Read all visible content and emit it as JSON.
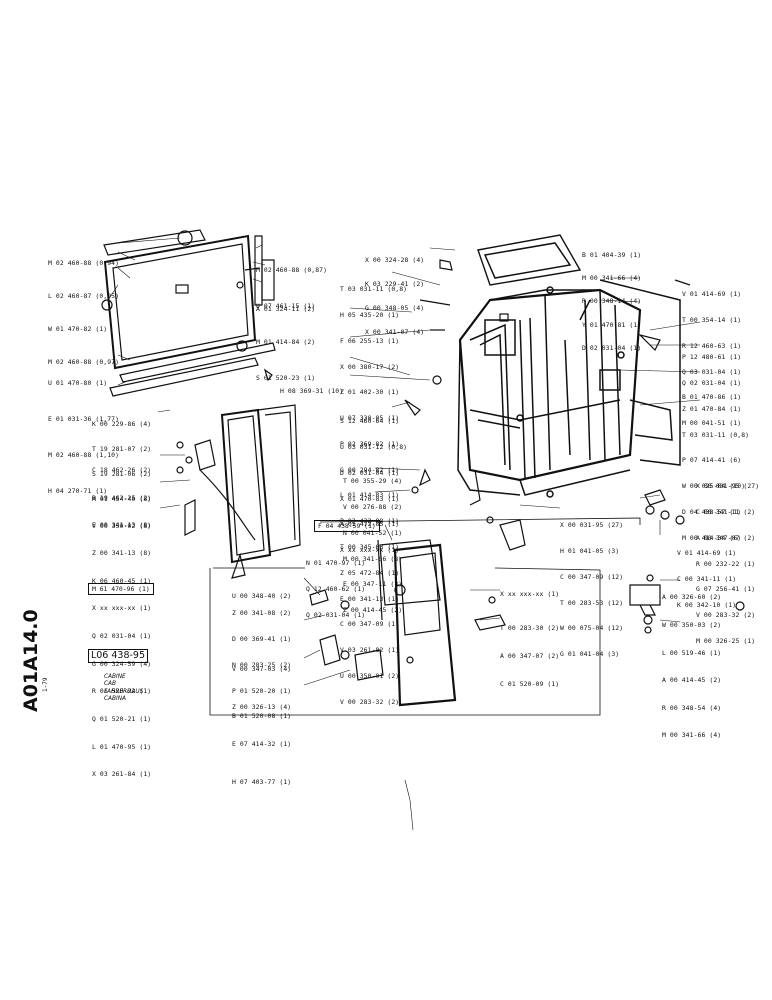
{
  "document": {
    "code": "A01A14.0",
    "date": "1-79",
    "reference": "L06 438-95",
    "titles": [
      "CABINE",
      "CAB",
      "FAHRERHAUS",
      "CABINA"
    ]
  },
  "groups": {
    "door_panel_top": [
      "M 02 460-88 (0,94)",
      "L 02 460-87 (0,95)",
      "W 01 470-82 (1)",
      "M 02 460-88 (0,97)"
    ],
    "door_panel_right": [
      "M 02 460-88 (0,87)",
      "U 07 461-15 (1)",
      "M 01 414-84 (2)",
      "S 01 520-23 (1)",
      "A 01 324-11 (2)"
    ],
    "door_panel_bottom": [
      "U 01 470-80 (1)",
      "E 01 031-36 (1,77)",
      "M 02 460-88 (1,10)",
      "H 04 270-71 (1)",
      "H 08 369-31 (10)"
    ],
    "hardware_upper": [
      "X 00 324-28 (4)",
      "K 03 229-41 (2)",
      "G 00 348-05 (4)",
      "X 00 341-07 (4)"
    ],
    "cab_left": [
      "T 03 031-11 (0,8)",
      "H 05 435-20 (1)",
      "F 06 255-13 (1)",
      "X 00 380-17 (2)",
      "Z 01 402-30 (1)",
      "U 07 330-05 (1)",
      "P 02 369-82 (1)",
      "G 00 294-82 (1)",
      "L 01 414-83 (1)",
      "P 03 432-88 (1)",
      "T 00 345-63 (1)",
      "Z 05 472-84 (1)",
      "E 00 341-13 (1)",
      "C 00 347-09 (1)",
      "V 03 261-82 (1)",
      "U 00 350-01 (2)",
      "V 00 283-32 (2)"
    ],
    "cab_mid": [
      "S 12 460-64 (1)",
      "U 03 031-12 (0,8)",
      "D 02 031-04 (1)",
      "X 01 470-83 (1)",
      "A 05 472-85 (1)",
      "X xx xxx-xx (1)"
    ],
    "roof_right": [
      "B 01 404-39 (1)",
      "M 00 341-66 (4)",
      "R 00 348-14 (4)",
      "Y 01 470-81 (1)",
      "D 02 031-04 (1)"
    ],
    "cab_right": [
      "V 01 414-69 (1)",
      "T 00 354-14 (1)",
      "R 12 460-63 (1)",
      "Q 03 031-04 (1)",
      "B 01 470-86 (1)",
      "M 00 041-51 (1)",
      "P 12 480-61 (1)",
      "Q 02 031-04 (1)",
      "Z 01 470-84 (1)",
      "T 03 031-11 (0,8)",
      "P 07 414-41 (6)",
      "W 00 025-04 (10)",
      "D 04 438-57 (1)",
      "M 00 414-34 (6)"
    ],
    "window_left": [
      "K 00 229-86 (4)",
      "T 19 281-07 (2)",
      "S 19 281-06 (2)",
      "M 01 454-40 (8)",
      "E 00 341-13 (8)",
      "C 18 462-26 (2)",
      "B 19 462-25 (2)",
      "V 00 350-02 (8)",
      "Z 00 341-13 (8)",
      "K 06 460-45 (1)",
      "X xx xxx-xx (1)",
      "Q 02 031-04 (1)",
      "G 00 324-59 (4)",
      "R 01 520-22 (1)",
      "Q 01 520-21 (1)",
      "L 01 470-95 (1)",
      "X 03 261-84 (1)"
    ],
    "window_frame": "M 61 470-96 (1)",
    "cab_bottom": [
      "T 00 355-29 (4)",
      "V 00 276-88 (2)",
      "N 00 041-52 (1)",
      "M 00 341-66 (8)",
      "E 00 347-11 (8)",
      "Z 00 414-45 (2)"
    ],
    "cab_bottom_mid": [
      "X 00 031-95 (27)",
      "H 01 041-05 (3)",
      "C 00 347-09 (12)",
      "T 00 283-53 (12)",
      "W 00 075-04 (12)",
      "G 01 041-04 (3)"
    ],
    "hinge_right": [
      "X 00 031-95 (27)",
      "C 00 341-11 (2)",
      "A 00 347-07 (2)",
      "R 00 232-22 (1)",
      "G 07 256-41 (1)",
      "V 00 283-32 (2)",
      "M 00 326-25 (1)",
      "V 01 414-69 (1)",
      "C 00 341-11 (1)",
      "K 00 342-10 (1)"
    ],
    "door_box_header": "F 04 438-59 (1)",
    "door_main": [
      "N 01 470-97 (1)",
      "Q 12 460-62 (1)",
      "Q 02 031-04 (1)"
    ],
    "door_hardware": [
      "U 00 348-40 (2)",
      "Z 00 341-08 (2)",
      "D 00 369-41 (1)",
      "N 00 283-25 (2)",
      "P 01 520-20 (1)",
      "B 01 520-08 (1)",
      "V 00 347-03 (4)",
      "Z 00 326-13 (4)",
      "E 07 414-32 (1)",
      "H 07 403-77 (1)"
    ],
    "door_right": [
      "X xx xxx-xx (1)",
      "T 00 283-30 (2)",
      "A 00 347-07 (2)",
      "C 01 520-09 (1)"
    ],
    "damper": [
      "A 00 326-60 (2)",
      "W 00 350-03 (2)",
      "L 00 519-46 (1)",
      "A 00 414-45 (2)",
      "R 00 348-54 (4)",
      "M 00 341-66 (4)"
    ]
  }
}
